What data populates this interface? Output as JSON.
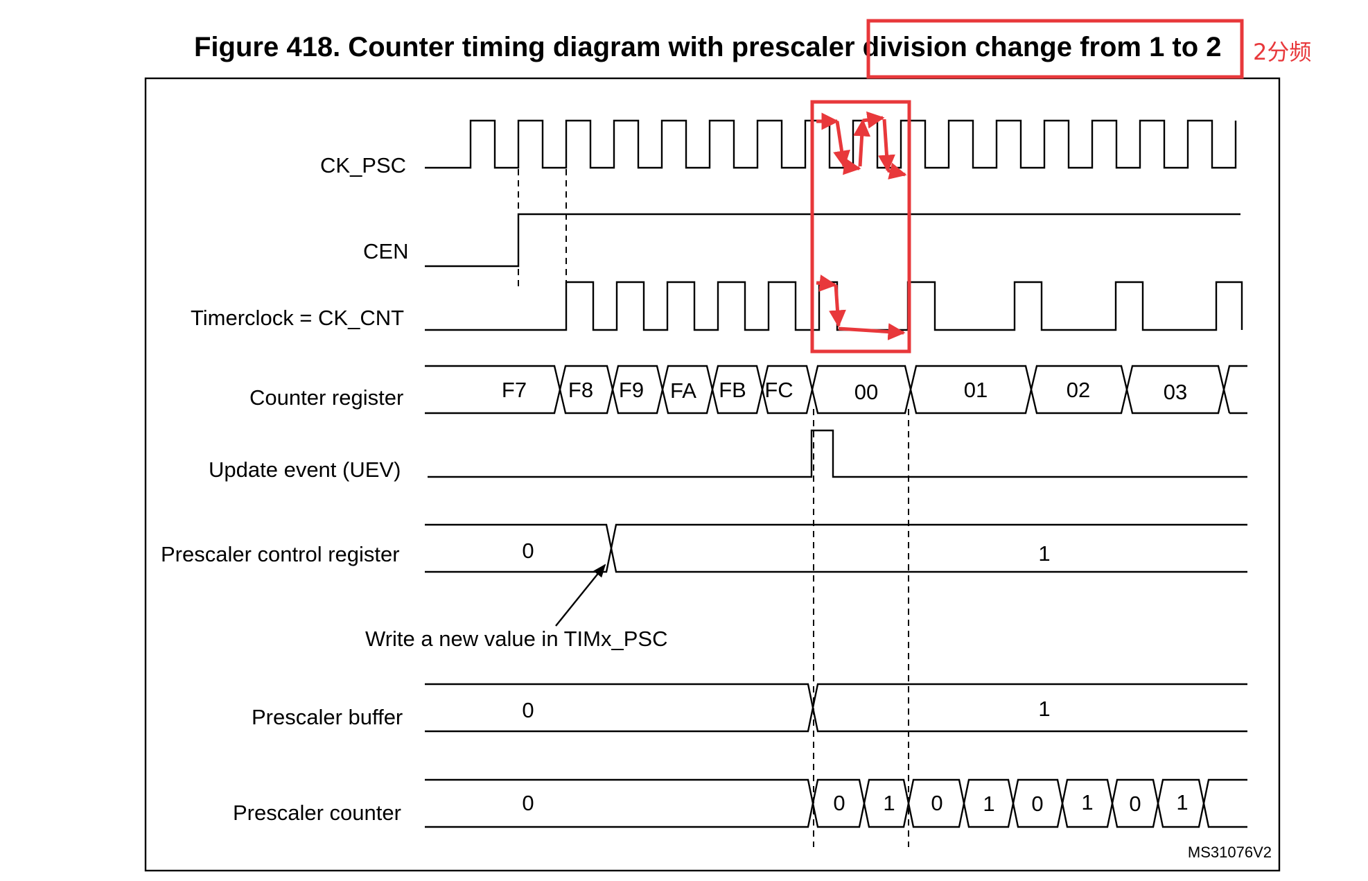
{
  "title": "Figure 418. Counter timing diagram with prescaler division change from 1 to 2",
  "annotation_note": "2分频",
  "reference_code": "MS31076V2",
  "colors": {
    "annotation": "#e8383b",
    "signal": "#000000"
  },
  "signals": {
    "ck_psc": "CK_PSC",
    "cen": "CEN",
    "timerclock": "Timerclock = CK_CNT",
    "counter_register": "Counter register",
    "update_event": "Update event (UEV)",
    "prescaler_control_register": "Prescaler control register",
    "prescaler_buffer": "Prescaler buffer",
    "prescaler_counter": "Prescaler counter"
  },
  "counter_register_values": [
    "F7",
    "F8",
    "F9",
    "FA",
    "FB",
    "FC",
    "00",
    "01",
    "02",
    "03"
  ],
  "prescaler_control_values": [
    "0",
    "1"
  ],
  "prescaler_buffer_values": [
    "0",
    "1"
  ],
  "prescaler_counter_values": [
    "0",
    "0",
    "1",
    "0",
    "1",
    "0",
    "1",
    "0",
    "1"
  ],
  "write_callout": "Write a new value in TIMx_PSC"
}
